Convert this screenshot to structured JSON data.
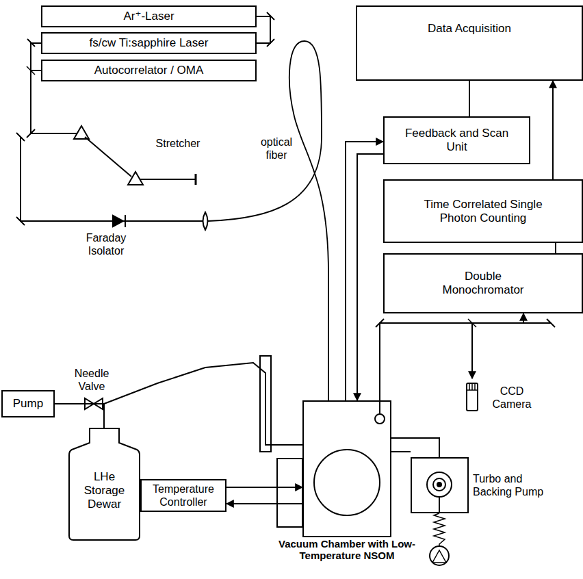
{
  "diagram": {
    "nodes": [
      {
        "text": [
          "Ar⁺-Laser"
        ]
      },
      {
        "text": [
          "fs/cw Ti:sapphire Laser"
        ]
      },
      {
        "text": [
          "Autocorrelator / OMA"
        ]
      },
      {
        "text": [
          "Data Acquisition"
        ]
      },
      {
        "text": [
          "Feedback and Scan Unit"
        ]
      },
      {
        "text": [
          "Time Correlated Single Photon Counting"
        ]
      },
      {
        "text": [
          "Double Monochromator"
        ]
      },
      {
        "text": [
          "Pump"
        ]
      },
      {
        "text": [
          "LHe Storage Dewar"
        ]
      },
      {
        "text": [
          "Temperature Controller"
        ]
      },
      {
        "text": [
          "Vacuum Chamber with Low-Temperature NSOM"
        ]
      },
      {
        "text": [
          "Turbo and Backing Pump"
        ]
      }
    ],
    "edges": [
      {
        "from": 0,
        "to": 1,
        "arrow": "none"
      },
      {
        "from": 1,
        "to": 2,
        "arrow": "none"
      },
      {
        "from": 4,
        "to": 3,
        "arrow": "none"
      },
      {
        "from": 5,
        "to": 3,
        "arrow": "to"
      },
      {
        "from": 6,
        "to": 5,
        "arrow": "none"
      },
      {
        "from": 10,
        "to": 4,
        "arrow": "to"
      },
      {
        "from": 4,
        "to": 10,
        "arrow": "to"
      },
      {
        "from": 9,
        "to": 10,
        "arrow": "to"
      },
      {
        "from": 10,
        "to": 9,
        "arrow": "to"
      },
      {
        "from": 7,
        "to": 8,
        "arrow": "none"
      },
      {
        "from": 8,
        "to": 10,
        "arrow": "none"
      },
      {
        "from": 10,
        "to": 11,
        "arrow": "none"
      },
      {
        "from": 10,
        "to": 6,
        "arrow": "to"
      }
    ],
    "labels": [
      "Stretcher",
      "optical fiber",
      "Faraday Isolator",
      "Needle Valve",
      "CCD Camera"
    ]
  }
}
